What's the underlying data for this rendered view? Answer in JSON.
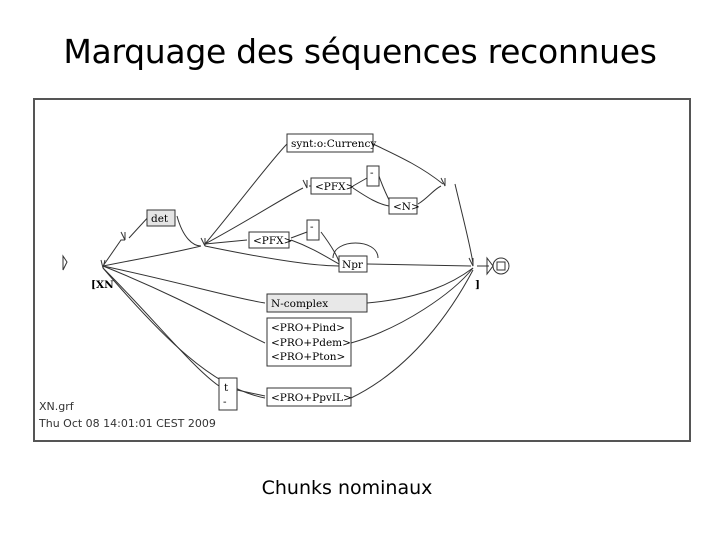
{
  "title": "Marquage des séquences reconnues",
  "caption": "Chunks nominaux",
  "graph": {
    "boxes": {
      "synt_currency": "synt:o:Currency",
      "pfx_top": "<PFX>",
      "dash_top": "-",
      "n_box": "<N>",
      "det": "det",
      "pfx_mid": "<PFX>",
      "dash_mid": "-",
      "npr": "Npr",
      "n_complex": "N-complex",
      "pro_ind": "<PRO+Pind>",
      "pro_dem": "<PRO+Pdem>",
      "pro_ton": "<PRO+Pton>",
      "t_box": "t",
      "dash_low": "-",
      "pro_ppvil": "<PRO+PpvIL>"
    },
    "outputs": {
      "start_tag": "[XN",
      "end_tag": "]"
    },
    "info": {
      "filename": "XN.grf",
      "date": "Thu Oct 08 14:01:01 CEST 2009"
    }
  }
}
